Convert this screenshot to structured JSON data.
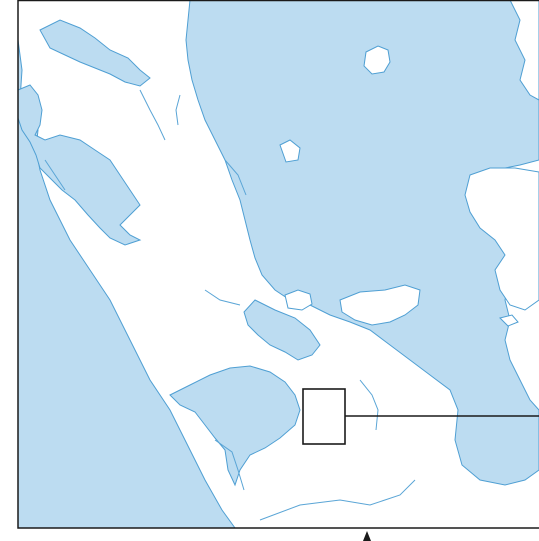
{
  "map": {
    "colors": {
      "water": "#bcdcf1",
      "land": "#ffffff",
      "coast": "#4f9fd3",
      "river": "#5aa5d6",
      "frame": "#1a1a1a"
    },
    "features": [
      "ocean-northwest",
      "harbour",
      "gulf",
      "islands",
      "rivers",
      "inset-box",
      "callout-line",
      "north-arrow"
    ]
  }
}
